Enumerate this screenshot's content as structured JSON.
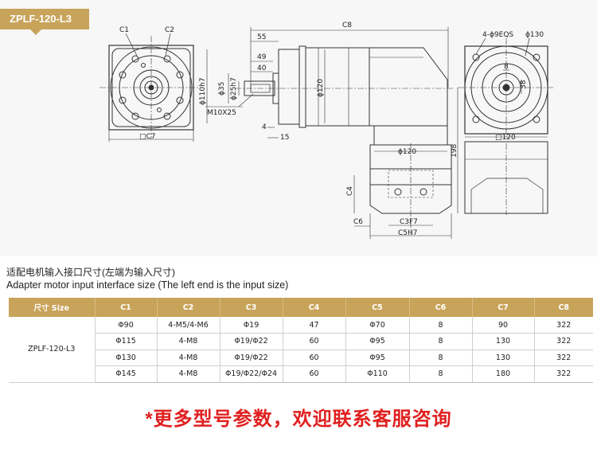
{
  "model_tag": "ZPLF-120-L3",
  "drawing": {
    "front": {
      "c1": "C1",
      "c2": "C2",
      "c7": "□C7"
    },
    "side": {
      "c8": "C8",
      "d55": "55",
      "d49": "49",
      "d40": "40",
      "d110": "ϕ110h7",
      "d35": "ϕ35",
      "d25": "ϕ25h7",
      "m10": "M10X25",
      "d120": "ϕ120",
      "d4": "4",
      "d15": "15",
      "d120b": "ϕ120",
      "d198": "198",
      "c4": "C4",
      "c6": "C6",
      "c3": "C3F7",
      "c5": "C5H7"
    },
    "right": {
      "eqs": "4-ϕ9EQS",
      "d130": "ϕ130",
      "d8": "8",
      "d38": "38",
      "sq120": "□120"
    }
  },
  "caption_cn": "适配电机输入接口尺寸(左端为输入尺寸)",
  "caption_en": "Adapter motor input interface size (The left end is the input size)",
  "table": {
    "headers": [
      "尺寸 Size",
      "C1",
      "C2",
      "C3",
      "C4",
      "C5",
      "C6",
      "C7",
      "C8"
    ],
    "model": "ZPLF-120-L3",
    "rows": [
      [
        "Φ90",
        "4-M5/4-M6",
        "Φ19",
        "47",
        "Φ70",
        "8",
        "90",
        "322"
      ],
      [
        "Φ115",
        "4-M8",
        "Φ19/Φ22",
        "60",
        "Φ95",
        "8",
        "130",
        "322"
      ],
      [
        "Φ130",
        "4-M8",
        "Φ19/Φ22",
        "60",
        "Φ95",
        "8",
        "130",
        "322"
      ],
      [
        "Φ145",
        "4-M8",
        "Φ19/Φ22/Φ24",
        "60",
        "Φ110",
        "8",
        "180",
        "322"
      ]
    ]
  },
  "cta": "*更多型号参数，欢迎联系客服咨询",
  "colors": {
    "accent": "#c8a35a",
    "cta": "#e02020",
    "line": "#333333"
  }
}
